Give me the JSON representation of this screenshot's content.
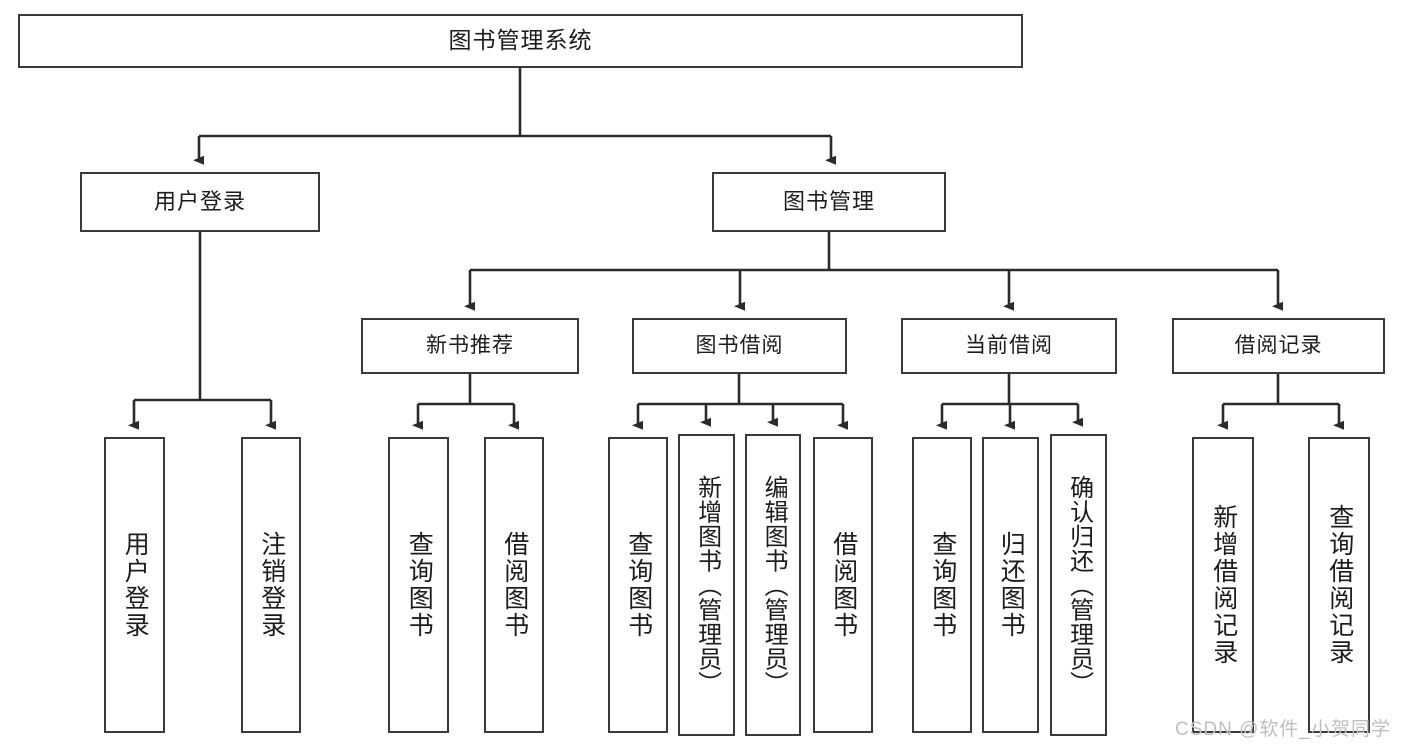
{
  "diagram": {
    "title": "图书管理系统",
    "style": {
      "box_border_color": "#3a3a3a",
      "box_fill_color": "#ffffff",
      "connector_color": "#2b2b2b",
      "text_color": "#1c1c1c",
      "background": "#ffffff"
    },
    "root": {
      "label": "图书管理系统"
    },
    "level1": [
      {
        "label": "用户登录"
      },
      {
        "label": "图书管理"
      }
    ],
    "level2": [
      {
        "label": "新书推荐"
      },
      {
        "label": "图书借阅"
      },
      {
        "label": "当前借阅"
      },
      {
        "label": "借阅记录"
      }
    ],
    "leaves": {
      "user_login": [
        {
          "label": "用户登录"
        },
        {
          "label": "注销登录"
        }
      ],
      "new_book": [
        {
          "label": "查询图书"
        },
        {
          "label": "借阅图书"
        }
      ],
      "book_borrow": [
        {
          "label": "查询图书"
        },
        {
          "label": "新增图书（管理员）"
        },
        {
          "label": "编辑图书（管理员）"
        },
        {
          "label": "借阅图书"
        }
      ],
      "current_borrow": [
        {
          "label": "查询图书"
        },
        {
          "label": "归还图书"
        },
        {
          "label": "确认归还（管理员）"
        }
      ],
      "borrow_record": [
        {
          "label": "新增借阅记录"
        },
        {
          "label": "查询借阅记录"
        }
      ]
    }
  },
  "watermark": {
    "text": "CSDN @软件_小贺同学"
  }
}
